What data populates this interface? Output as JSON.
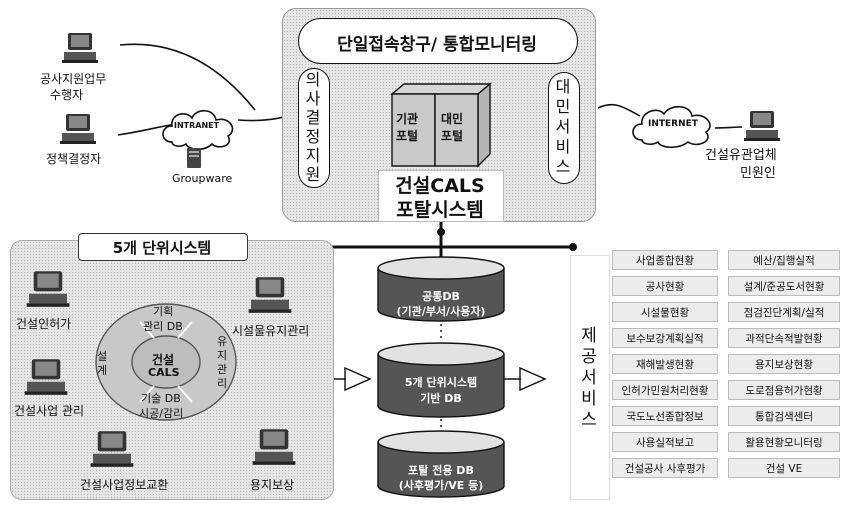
{
  "portal": {
    "title": "단일접속창구/ 통합모니터링",
    "left_vertical": "의사결정지원",
    "right_vertical": "대민서비스",
    "cube_left": [
      "기관",
      "포털"
    ],
    "cube_right": [
      "대민",
      "포털"
    ],
    "caption": [
      "건설CALS",
      "포탈시스템"
    ]
  },
  "left_network": {
    "users": [
      "공사지원업무",
      "수행자",
      "정책결정자"
    ],
    "cloud": "INTRANET",
    "server": "Groupware"
  },
  "right_network": {
    "cloud": "INTERNET",
    "users": [
      "건설유관업체",
      "민원인"
    ]
  },
  "unit_systems": {
    "title": "5개 단위시스템",
    "nodes": [
      "건설인허가",
      "시설물유지관리",
      "건설사업 관리",
      "건설사업정보교환",
      "용지보상"
    ],
    "ring": {
      "center": [
        "건설",
        "CALS"
      ],
      "top": [
        "기획",
        "관리 DB"
      ],
      "bottom": [
        "기술 DB",
        "시공/감리"
      ],
      "left": "설계",
      "right": "유지관리"
    }
  },
  "databases": [
    {
      "lines": [
        "공통DB",
        "(기관/부서/사용자)"
      ]
    },
    {
      "lines": [
        "5개 단위시스템",
        "기반 DB"
      ]
    },
    {
      "lines": [
        "포탈 전용 DB",
        "(사후평가/VE 등)"
      ]
    }
  ],
  "services": {
    "title": "제공서비스",
    "items": [
      [
        "사업종합현황",
        "예산/집행실적"
      ],
      [
        "공사현황",
        "설계/준공도서현황"
      ],
      [
        "시설물현황",
        "점검진단계획/실적"
      ],
      [
        "보수보강계획실적",
        "과적단속적발현황"
      ],
      [
        "재해발생현황",
        "용지보상현황"
      ],
      [
        "인허가민원처리현황",
        "도로점용허가현황"
      ],
      [
        "국도노선종합정보",
        "통합검색센터"
      ],
      [
        "사용실적보고",
        "활용현황모니터링"
      ],
      [
        "건설공사 사후평가",
        "건설 VE"
      ]
    ]
  }
}
